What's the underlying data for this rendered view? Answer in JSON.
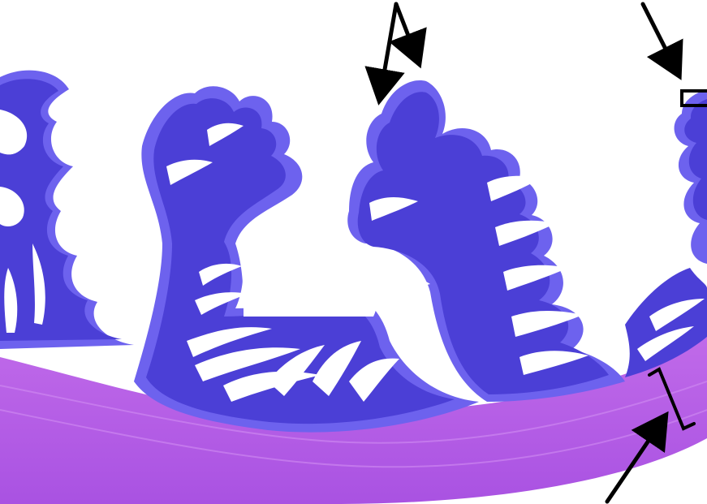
{
  "diagram": {
    "subject": "intestinal-mucosa-plicae",
    "colors": {
      "background": "#ffffff",
      "mucosa": "#4b3fd6",
      "mucosa_edge": "#6d62ee",
      "submucosa": "#b85ee8",
      "submucosa_light": "#c77af0",
      "fold_core": "#cf86f0",
      "arrow": "#000000"
    },
    "annotations": [
      {
        "kind": "double-arrow",
        "target": "villi-tips"
      },
      {
        "kind": "arrow-bracket",
        "target": "villus-width"
      },
      {
        "kind": "arrow-bracket",
        "target": "submucosa-thickness"
      }
    ]
  }
}
